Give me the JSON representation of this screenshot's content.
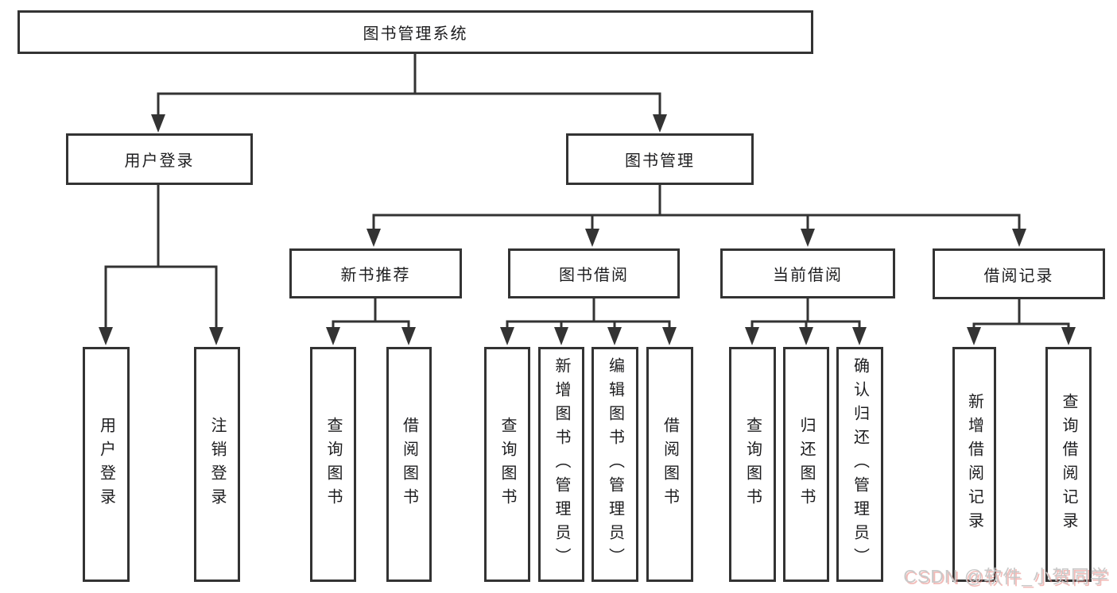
{
  "colors": {
    "line": "#333333",
    "text": "#1d1d1f",
    "box_background": "#ffffff",
    "watermark_gray": "#c9c9c9",
    "watermark_red": "#e8837e"
  },
  "watermark": {
    "text": "CSDN @软件_小贺同学"
  },
  "tree": {
    "root": {
      "label": "图书管理系统"
    },
    "children": [
      {
        "label": "用户登录",
        "children": [
          {
            "label": "用户登录"
          },
          {
            "label": "注销登录"
          }
        ]
      },
      {
        "label": "图书管理",
        "children": [
          {
            "label": "新书推荐",
            "children": [
              {
                "label": "查询图书"
              },
              {
                "label": "借阅图书"
              }
            ]
          },
          {
            "label": "图书借阅",
            "children": [
              {
                "label": "查询图书"
              },
              {
                "label": "新增图书（管理员）"
              },
              {
                "label": "编辑图书（管理员）"
              },
              {
                "label": "借阅图书"
              }
            ]
          },
          {
            "label": "当前借阅",
            "children": [
              {
                "label": "查询图书"
              },
              {
                "label": "归还图书"
              },
              {
                "label": "确认归还（管理员）"
              }
            ]
          },
          {
            "label": "借阅记录",
            "children": [
              {
                "label": "新增借阅记录"
              },
              {
                "label": "查询借阅记录"
              }
            ]
          }
        ]
      }
    ]
  }
}
